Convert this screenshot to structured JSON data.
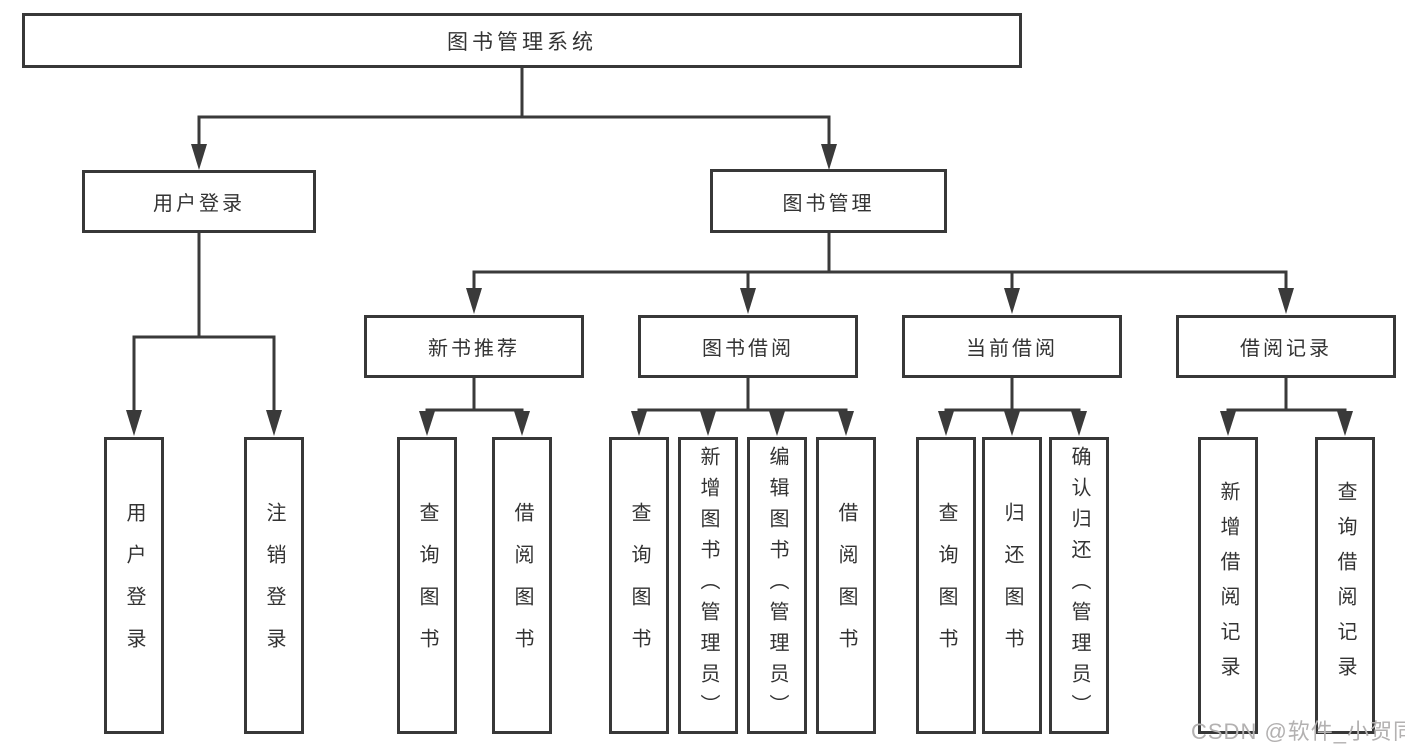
{
  "diagram": {
    "root": {
      "label": "图书管理系统"
    },
    "level2": [
      {
        "label": "用户登录"
      },
      {
        "label": "图书管理"
      }
    ],
    "level3": [
      {
        "label": "新书推荐"
      },
      {
        "label": "图书借阅"
      },
      {
        "label": "当前借阅"
      },
      {
        "label": "借阅记录"
      }
    ],
    "leaves": {
      "user_login": [
        "用户登录",
        "注销登录"
      ],
      "new_book_recommend": [
        "查询图书",
        "借阅图书"
      ],
      "book_borrowing": [
        "查询图书",
        "新增图书（管理员）",
        "编辑图书（管理员）",
        "借阅图书"
      ],
      "current_borrowing": [
        "查询图书",
        "归还图书",
        "确认归还（管理员）"
      ],
      "borrowing_records": [
        "新增借阅记录",
        "查询借阅记录"
      ]
    }
  },
  "watermark": "CSDN @软件_小贺同学",
  "colors": {
    "line": "#3a3a3a",
    "box_border": "#383838",
    "text": "#333333",
    "watermark": "#b3b1b1",
    "background": "#ffffff"
  }
}
